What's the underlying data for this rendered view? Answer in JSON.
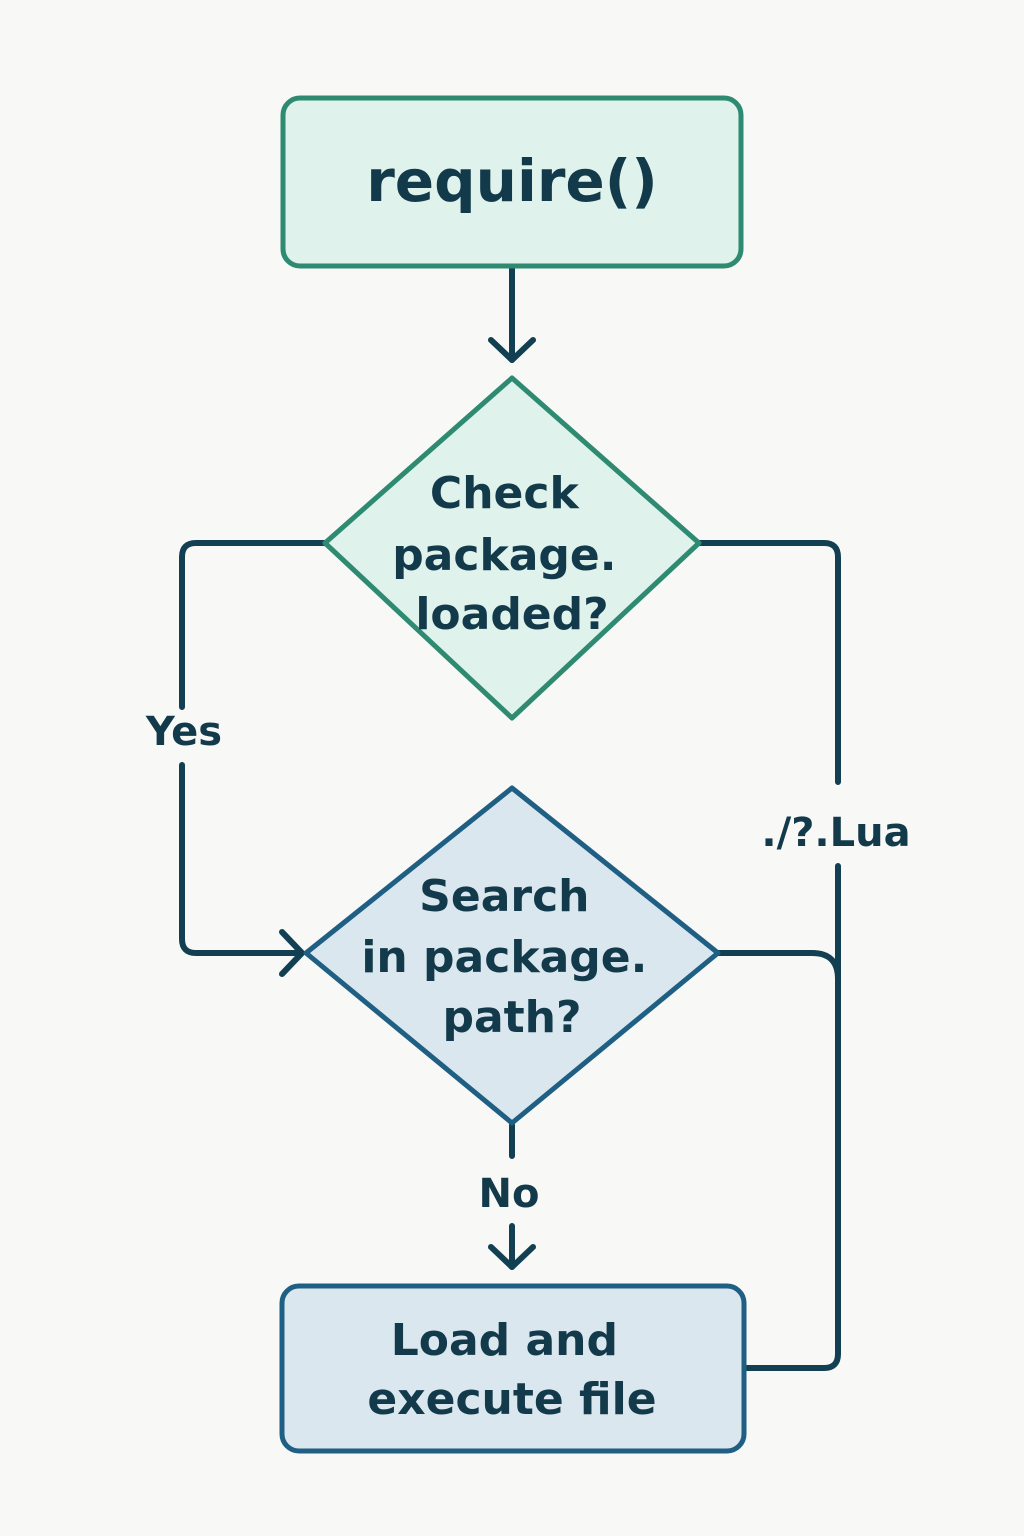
{
  "colors": {
    "background": "#f8f8f6",
    "connector": "#123f52",
    "text": "#123a4a",
    "green_fill": "#dff2eb",
    "green_stroke": "#2e8a70",
    "blue_fill": "#dbe7ef",
    "blue_stroke": "#1f5f84"
  },
  "nodes": {
    "start": {
      "label": "require()"
    },
    "check": {
      "lines": [
        "Check",
        "package.",
        "loaded?"
      ]
    },
    "search": {
      "lines": [
        "Search",
        "in package.",
        "path?"
      ]
    },
    "load": {
      "lines": [
        "Load and",
        "execute file"
      ]
    }
  },
  "edges": {
    "yes_label": "Yes",
    "no_label": "No",
    "path_label": "./?.Lua"
  }
}
